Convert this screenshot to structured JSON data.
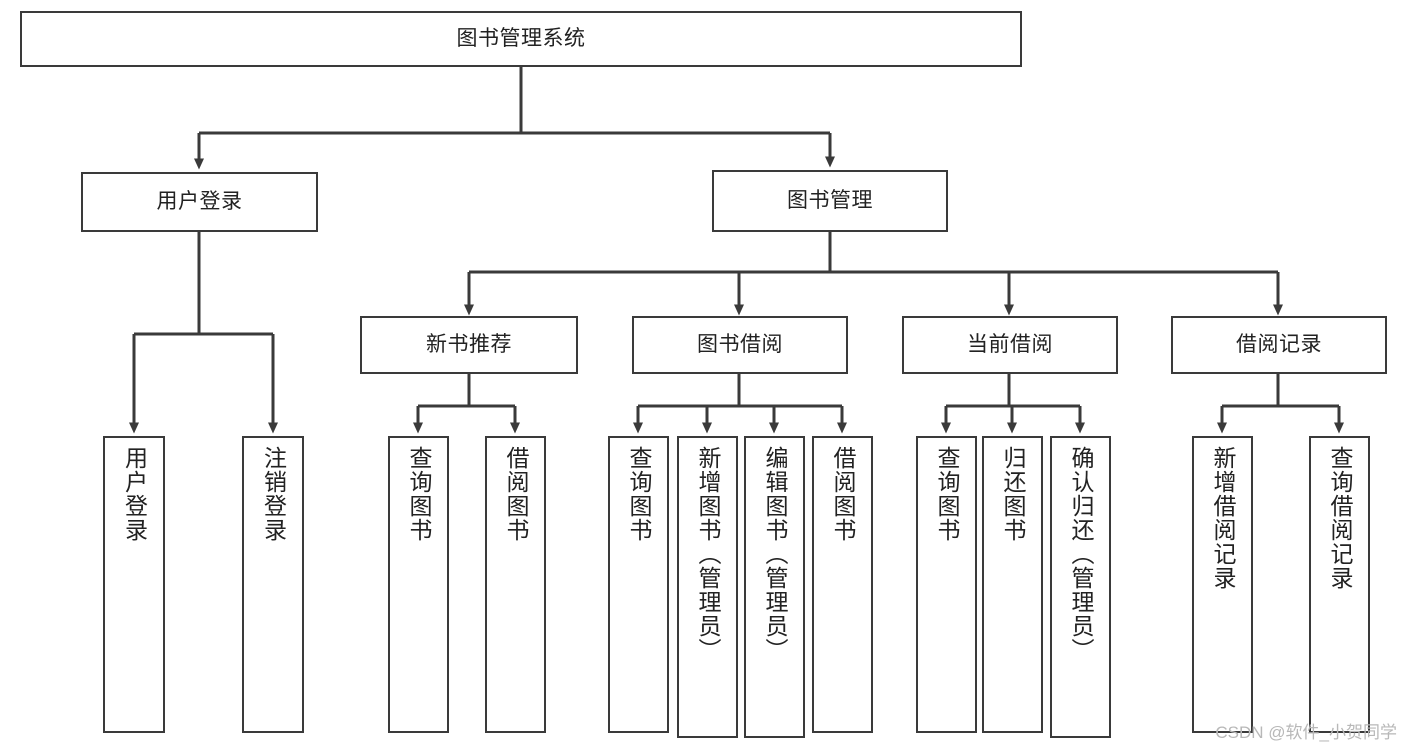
{
  "diagram": {
    "title": "图书管理系统",
    "type": "tree-hierarchy-diagram",
    "colors": {
      "box_border": "#3a3a3a",
      "box_fill": "#ffffff",
      "line": "#3a3a3a",
      "text": "#222222",
      "watermark": "#b8b8b8"
    },
    "root": {
      "label": "图书管理系统"
    },
    "level1": [
      {
        "label": "用户登录"
      },
      {
        "label": "图书管理"
      }
    ],
    "level2": [
      {
        "label": "新书推荐"
      },
      {
        "label": "图书借阅"
      },
      {
        "label": "当前借阅"
      },
      {
        "label": "借阅记录"
      }
    ],
    "leaves": {
      "user_login": [
        {
          "label": "用户登录"
        },
        {
          "label": "注销登录"
        }
      ],
      "new_book_recommend": [
        {
          "label": "查询图书"
        },
        {
          "label": "借阅图书"
        }
      ],
      "book_borrow": [
        {
          "label": "查询图书"
        },
        {
          "label": "新增图书（管理员）"
        },
        {
          "label": "编辑图书（管理员）"
        },
        {
          "label": "借阅图书"
        }
      ],
      "current_borrow": [
        {
          "label": "查询图书"
        },
        {
          "label": "归还图书"
        },
        {
          "label": "确认归还（管理员）"
        }
      ],
      "borrow_record": [
        {
          "label": "新增借阅记录"
        },
        {
          "label": "查询借阅记录"
        }
      ]
    }
  },
  "watermark": {
    "text": "CSDN @软件_小贺同学"
  }
}
